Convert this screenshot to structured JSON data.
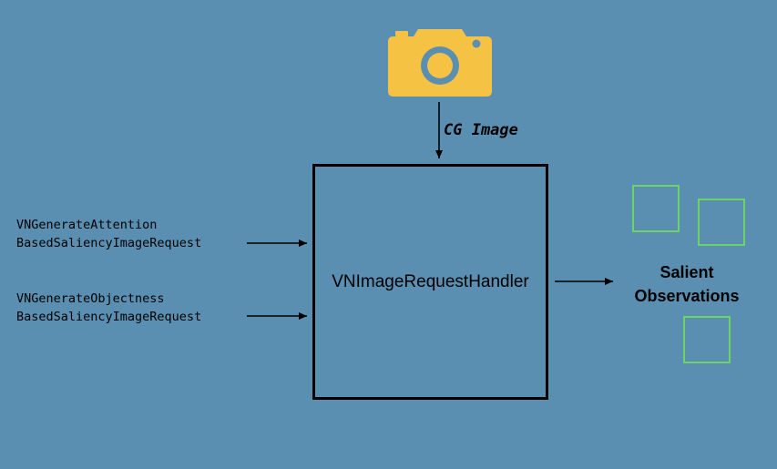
{
  "input_image_label": "CG Image",
  "handler": {
    "label": "VNImageRequestHandler"
  },
  "requests": [
    {
      "line1": "VNGenerateAttention",
      "line2": "BasedSaliencyImageRequest"
    },
    {
      "line1": "VNGenerateObjectness",
      "line2": "BasedSaliencyImageRequest"
    }
  ],
  "output": {
    "line1": "Salient",
    "line2": "Observations"
  },
  "colors": {
    "background": "#5a8fb2",
    "camera": "#f6c244",
    "salient_box": "#6ad466",
    "stroke": "#000000"
  },
  "icons": {
    "source": "camera-icon"
  }
}
